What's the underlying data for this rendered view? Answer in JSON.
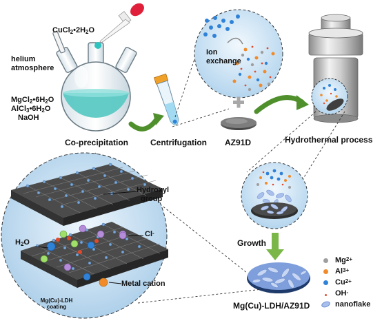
{
  "steps": {
    "coprecipitation": "Co-precipitation",
    "centrifugation": "Centrifugation",
    "hydrothermal": "Hydrothermal process",
    "growth": "Growth"
  },
  "reagents": {
    "cucl2_base": "CuCl",
    "cucl2_sub": "2",
    "cucl2_rest": "•2H",
    "cucl2_sub2": "2",
    "cucl2_tail": "O",
    "helium_line1": "helium",
    "helium_line2": "atmosphere",
    "mg_base": "MgCl",
    "mg_sub": "2",
    "mg_rest": "•6H",
    "mg_sub2": "2",
    "mg_tail": "O",
    "al_base": "AlCl",
    "al_sub": "3",
    "al_rest": "•6H",
    "al_sub2": "2",
    "al_tail": "O",
    "naoh": "NaOH"
  },
  "ion_exchange": {
    "line1": "Ion",
    "line2": "exchange"
  },
  "substrate": "AZ91D",
  "product": "Mg(Cu)-LDH/AZ91D",
  "zoom_labels": {
    "hydroxyl_line1": "Hydroxyl",
    "hydroxyl_line2": "group",
    "chloride_base": "Cl",
    "chloride_sup": "-",
    "water_base": "H",
    "water_sub": "2",
    "water_tail": "O",
    "metal_cation": "Metal cation",
    "coating_line1": "Mg(Cu)-LDH",
    "coating_line2": "coating"
  },
  "legend": [
    {
      "base": "Mg",
      "sup": "2+",
      "color": "#9e9e9e",
      "shape": "dot"
    },
    {
      "base": "Al",
      "sup": "3+",
      "color": "#f08a2a",
      "shape": "dot"
    },
    {
      "base": "Cu",
      "sup": "2+",
      "color": "#2f82d8",
      "shape": "dot"
    },
    {
      "base": "OH",
      "sup": "-",
      "color": "#e04a2a",
      "shape": "small-dot"
    },
    {
      "base": "nanoflake",
      "sup": "",
      "color": "#a9c0ec",
      "shape": "flake"
    }
  ],
  "colors": {
    "solution": "#5cc9c4",
    "arrow_green": "#4f8f2c",
    "growth_arrow": "#7ab648",
    "zoom_fill": "#cfe4f5",
    "layer_dark": "#3a3a3a",
    "pipette_bulb": "#e0203a",
    "cu_blue": "#2f82d8"
  }
}
